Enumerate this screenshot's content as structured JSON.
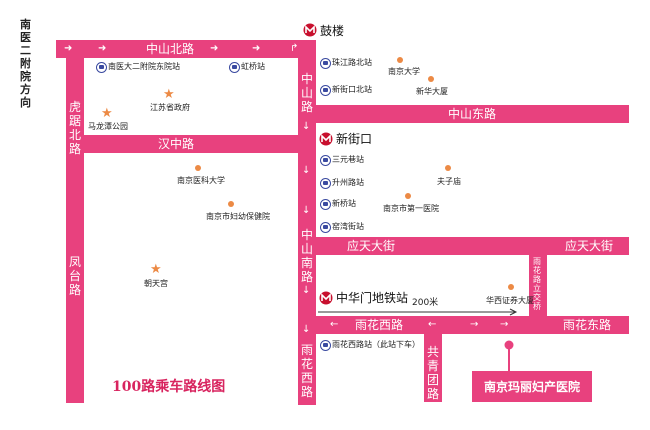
{
  "title": "100路乘车路线图",
  "direction_label": "南医二附院方向",
  "roads": {
    "zhongshan_north": "中山北路",
    "hanzhong": "汉中路",
    "hulu_north": "虎踞北路",
    "fengtai": "凤台路",
    "zhongshan": "中山路",
    "zhongshan_east": "中山东路",
    "zhongshan_south": "中山南路",
    "yingtian_w": "应天大街",
    "yingtian_e": "应天大街",
    "yuhua_w": "雨花西路",
    "yuhua_e": "雨花东路",
    "yuhua_xi_v": "雨花西路",
    "gongqingtuan": "共青团路",
    "yuhua_overpass": "雨花路立交桥"
  },
  "metro": {
    "gulou": "鼓楼",
    "xinjiekou": "新街口",
    "zhonghuamen": "中华门地铁站"
  },
  "bus_stops": {
    "nanyida": "南医大二附院东院站",
    "hongqiao": "虹桥站",
    "zhujianglu": "珠江路北站",
    "xinjiekoubei": "新街口北站",
    "sanyuanxiang": "三元巷站",
    "shengzhou": "升州路站",
    "xinqiao": "新桥站",
    "wuwanjie": "窑湾街站",
    "yuhuaxilu": "雨花西路站（此站下车）"
  },
  "pois": {
    "jiangsu_gov": "江苏省政府",
    "malong_park": "马龙潭公园",
    "nanjing_univ": "南京大学",
    "xinhua": "新华大厦",
    "med_univ": "南京医科大学",
    "fuyou": "南京市妇幼保健院",
    "chaotian": "朝天宫",
    "fuzimiao": "夫子庙",
    "first_hospital": "南京市第一医院",
    "huaxi": "华西证券大厦"
  },
  "distance": "200米",
  "destination": "南京玛丽妇产医院",
  "colors": {
    "road": "#e8417e",
    "poi": "#ec8a45",
    "bus": "#3a4aa0",
    "title": "#d8245f"
  }
}
